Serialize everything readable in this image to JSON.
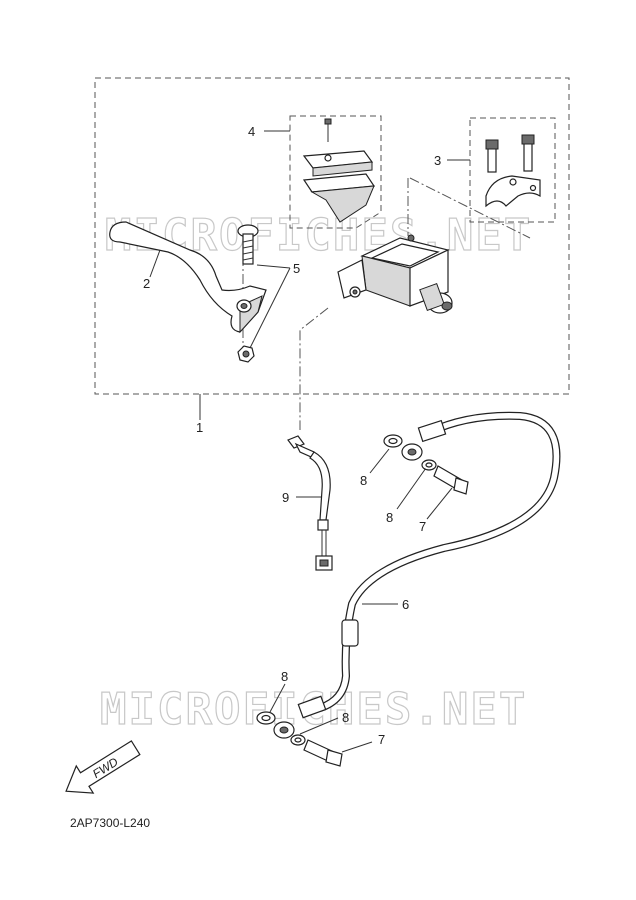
{
  "callouts": {
    "c1": "1",
    "c2": "2",
    "c3": "3",
    "c4": "4",
    "c5": "5",
    "c6": "6",
    "c7a": "7",
    "c7b": "7",
    "c8a": "8",
    "c8b": "8",
    "c8c": "8",
    "c8d": "8",
    "c9": "9"
  },
  "watermark": {
    "top": "MICROFICHES.NET",
    "bottom": "MICROFICHES.NET"
  },
  "fwd_label": "FWD",
  "diagram_code": "2AP7300-L240"
}
